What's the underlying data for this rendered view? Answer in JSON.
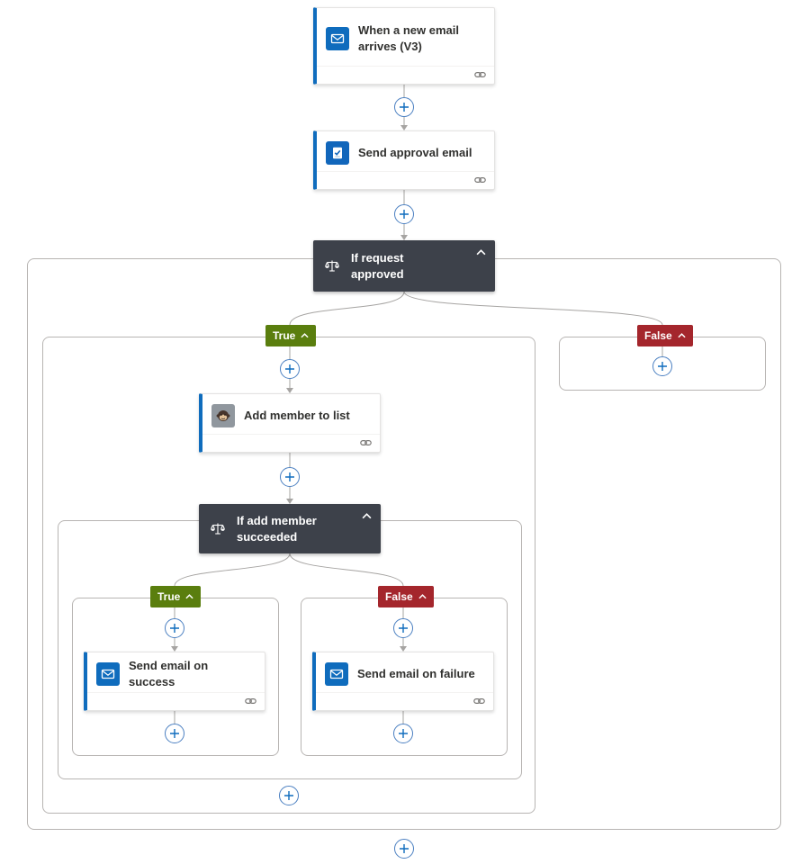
{
  "workflow": {
    "trigger": {
      "title": "When a new email arrives (V3)",
      "icon": "outlook-email-icon"
    },
    "send_approval": {
      "title": "Send approval email",
      "icon": "approvals-icon"
    },
    "if_request": {
      "title": "If request approved",
      "icon": "condition-scale-icon"
    },
    "add_member": {
      "title": "Add member to list",
      "icon": "mailchimp-icon"
    },
    "if_add_member": {
      "title": "If add member succeeded",
      "icon": "condition-scale-icon"
    },
    "email_success": {
      "title": "Send email on success",
      "icon": "outlook-email-icon"
    },
    "email_failure": {
      "title": "Send email on failure",
      "icon": "outlook-email-icon"
    }
  },
  "branch_labels": {
    "true": "True",
    "false": "False"
  },
  "colors": {
    "action_accent": "#0f6cbd",
    "condition_header": "#3d414a",
    "true_badge": "#5a7e0e",
    "false_badge": "#a4262c",
    "connector": "#a6a4a2",
    "container_border": "#b7b4b2"
  }
}
